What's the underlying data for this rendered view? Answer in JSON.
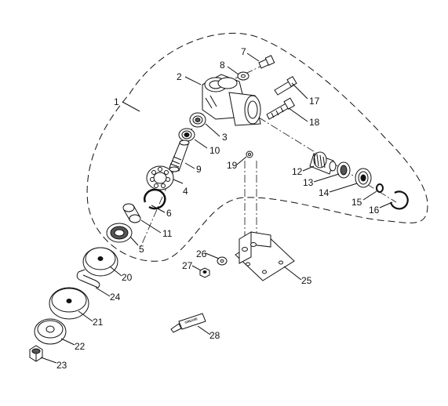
{
  "diagram": {
    "callouts": [
      {
        "id": "1",
        "label": "1"
      },
      {
        "id": "2",
        "label": "2"
      },
      {
        "id": "3",
        "label": "3"
      },
      {
        "id": "4",
        "label": "4"
      },
      {
        "id": "5",
        "label": "5"
      },
      {
        "id": "6",
        "label": "6"
      },
      {
        "id": "7",
        "label": "7"
      },
      {
        "id": "8",
        "label": "8"
      },
      {
        "id": "9",
        "label": "9"
      },
      {
        "id": "10",
        "label": "10"
      },
      {
        "id": "11",
        "label": "11"
      },
      {
        "id": "12",
        "label": "12"
      },
      {
        "id": "13",
        "label": "13"
      },
      {
        "id": "14",
        "label": "14"
      },
      {
        "id": "15",
        "label": "15"
      },
      {
        "id": "16",
        "label": "16"
      },
      {
        "id": "17",
        "label": "17"
      },
      {
        "id": "18",
        "label": "18"
      },
      {
        "id": "19",
        "label": "19"
      },
      {
        "id": "20",
        "label": "20"
      },
      {
        "id": "21",
        "label": "21"
      },
      {
        "id": "22",
        "label": "22"
      },
      {
        "id": "23",
        "label": "23"
      },
      {
        "id": "24",
        "label": "24"
      },
      {
        "id": "25",
        "label": "25"
      },
      {
        "id": "26",
        "label": "26"
      },
      {
        "id": "27",
        "label": "27"
      },
      {
        "id": "28",
        "label": "28"
      }
    ],
    "grease_tube_text": "GREASE"
  }
}
